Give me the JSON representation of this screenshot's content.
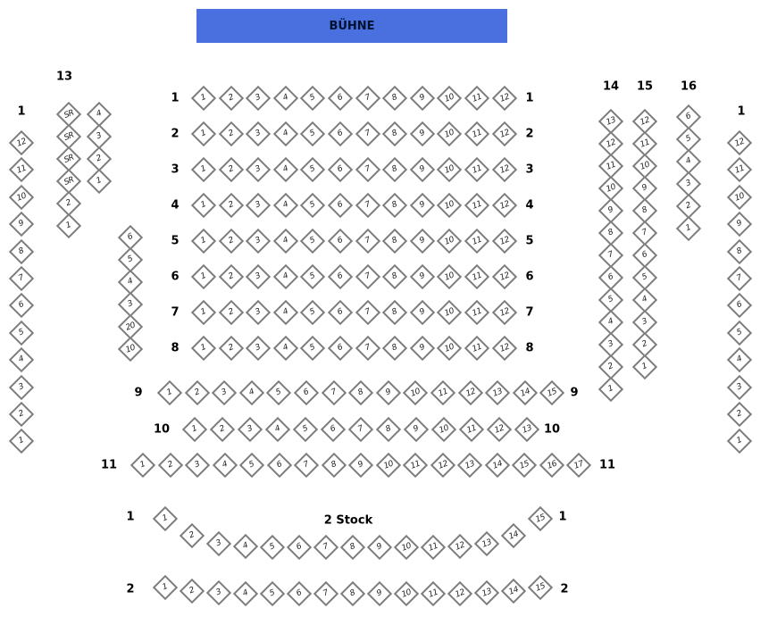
{
  "stage": {
    "label": "BÜHNE",
    "color": "#4a70e0"
  },
  "left_wall": {
    "label": "1",
    "seats": [
      "12",
      "11",
      "10",
      "9",
      "8",
      "7",
      "6",
      "5",
      "4",
      "3",
      "2",
      "1"
    ]
  },
  "block13": {
    "label": "13",
    "col_a": [
      "SR",
      "SR",
      "SR",
      "SR",
      "2",
      "1"
    ],
    "col_b": [
      "4",
      "3",
      "2",
      "1"
    ],
    "col_c": [
      "6",
      "5",
      "4",
      "3",
      "20",
      "10"
    ]
  },
  "center_rows": [
    {
      "label": "1",
      "seats": [
        "1",
        "2",
        "3",
        "4",
        "5",
        "6",
        "7",
        "8",
        "9",
        "10",
        "11",
        "12"
      ]
    },
    {
      "label": "2",
      "seats": [
        "1",
        "2",
        "3",
        "4",
        "5",
        "6",
        "7",
        "8",
        "9",
        "10",
        "11",
        "12"
      ]
    },
    {
      "label": "3",
      "seats": [
        "1",
        "2",
        "3",
        "4",
        "5",
        "6",
        "7",
        "8",
        "9",
        "10",
        "11",
        "12"
      ]
    },
    {
      "label": "4",
      "seats": [
        "1",
        "2",
        "3",
        "4",
        "5",
        "6",
        "7",
        "8",
        "9",
        "10",
        "11",
        "12"
      ]
    },
    {
      "label": "5",
      "seats": [
        "1",
        "2",
        "3",
        "4",
        "5",
        "6",
        "7",
        "8",
        "9",
        "10",
        "11",
        "12"
      ]
    },
    {
      "label": "6",
      "seats": [
        "1",
        "2",
        "3",
        "4",
        "5",
        "6",
        "7",
        "8",
        "9",
        "10",
        "11",
        "12"
      ]
    },
    {
      "label": "7",
      "seats": [
        "1",
        "2",
        "3",
        "4",
        "5",
        "6",
        "7",
        "8",
        "9",
        "10",
        "11",
        "12"
      ]
    },
    {
      "label": "8",
      "seats": [
        "1",
        "2",
        "3",
        "4",
        "5",
        "6",
        "7",
        "8",
        "9",
        "10",
        "11",
        "12"
      ]
    }
  ],
  "wide_rows": [
    {
      "label": "9",
      "seats": [
        "1",
        "2",
        "3",
        "4",
        "5",
        "6",
        "7",
        "8",
        "9",
        "10",
        "11",
        "12",
        "13",
        "14",
        "15"
      ]
    },
    {
      "label": "10",
      "seats": [
        "1",
        "2",
        "3",
        "4",
        "5",
        "6",
        "7",
        "8",
        "9",
        "10",
        "11",
        "12",
        "13"
      ]
    },
    {
      "label": "11",
      "seats": [
        "1",
        "2",
        "3",
        "4",
        "5",
        "6",
        "7",
        "8",
        "9",
        "10",
        "11",
        "12",
        "13",
        "14",
        "15",
        "16",
        "17"
      ]
    }
  ],
  "col14": {
    "label": "14",
    "seats": [
      "13",
      "12",
      "11",
      "10",
      "9",
      "8",
      "7",
      "6",
      "5",
      "4",
      "3",
      "2",
      "1"
    ]
  },
  "col15": {
    "label": "15",
    "seats": [
      "12",
      "11",
      "10",
      "9",
      "8",
      "7",
      "6",
      "5",
      "4",
      "3",
      "2",
      "1"
    ]
  },
  "col16": {
    "label": "16",
    "seats": [
      "6",
      "5",
      "4",
      "3",
      "2",
      "1"
    ]
  },
  "right_wall": {
    "label": "1",
    "seats": [
      "12",
      "11",
      "10",
      "9",
      "8",
      "7",
      "6",
      "5",
      "4",
      "3",
      "2",
      "1"
    ]
  },
  "stock2": {
    "title": "2 Stock",
    "rows": [
      {
        "label": "1",
        "seats": [
          "1",
          "2",
          "3",
          "4",
          "5",
          "6",
          "7",
          "8",
          "9",
          "10",
          "11",
          "12",
          "13",
          "14",
          "15"
        ]
      },
      {
        "label": "2",
        "seats": [
          "1",
          "2",
          "3",
          "4",
          "5",
          "6",
          "7",
          "8",
          "9",
          "10",
          "11",
          "12",
          "13",
          "14",
          "15"
        ]
      }
    ]
  }
}
